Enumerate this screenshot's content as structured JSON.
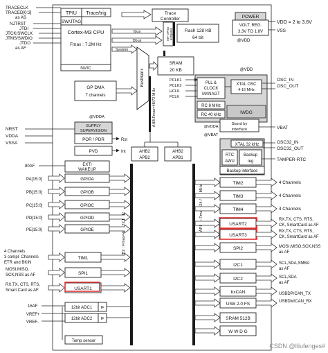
{
  "left_signals": {
    "traceclk": "TRACECLK",
    "traced": "TRACED[0:3]",
    "as_as": "as AS",
    "ntrst": "NJTRST",
    "jtdi": "JTDI",
    "jtck": "JTCK/SWCLK",
    "jtms": "JTMS/SWDIO",
    "jtdo": "JTDO",
    "as_af": "as AF",
    "nrst": "NRST",
    "vdda": "VDDA",
    "vssa": "VSSA",
    "af80": "80AF",
    "pa": "PA[15:0]",
    "pb": "PB[15:0]",
    "pc": "PC[15:0]",
    "pd": "PD[15:0]",
    "pe": "PE[15:0]",
    "tim1_sig": [
      "4 Channels",
      "3 compl. Channels",
      "ETR and BKIN"
    ],
    "spi1_sig": [
      "MOSI,MISO,",
      "SCK,NSS as AF"
    ],
    "usart1_sig": [
      "RX,TX, CTS, RTS,",
      "Smart Card as AF"
    ],
    "af16": "16AF",
    "vref_p": "VREF+",
    "vref_m": "VREF-"
  },
  "blocks": {
    "tpiu": "TPIU",
    "trace_trig": "Trace/trig",
    "sw_jtag": "SW/JTAG",
    "cortex": "Cortex-M3 CPU",
    "fmax": "Fmax : 7.2M Hz",
    "nvic": "NVIC",
    "ibus": "Ibus",
    "dbus": "Dbus",
    "system": "System",
    "trace_ctrl": [
      "Trace",
      "Controller"
    ],
    "flash_obl": [
      "Flash obl",
      "interface"
    ],
    "flash": [
      "Flash 128 KB",
      "64 bit"
    ],
    "sram": [
      "SRAM",
      "20 KB"
    ],
    "gp_dma": [
      "GP DMA",
      "7 channels"
    ],
    "bus_matrix": "BusMatrix",
    "power": "POWER",
    "volt_reg": [
      "VOLT. REG.",
      "3.3V TO 1.8V"
    ],
    "vdd_label": "@VDD",
    "vdda_label": "@VDDA",
    "pll": [
      "PLL &",
      "CLOCK",
      "MANAGT"
    ],
    "pclk": [
      "PCLK1",
      "PCLK2",
      "HCLK",
      "FCLK"
    ],
    "xtal_osc": [
      "XTAL OSC",
      "4-16 MHz"
    ],
    "rc8": "RC 8 MHz",
    "rc40": "RC 40 kHz",
    "iwdg": "IWDG",
    "standby": [
      "Stand by",
      "interface"
    ],
    "supply": [
      "SUPPLY",
      "SUPERVISION"
    ],
    "por": "POR / PDR",
    "pvd": "PVD",
    "rst": "Rst",
    "int": "Int",
    "vbat_label": "@VBAT",
    "xtal32": "XTAL 32 kHz",
    "rtc_awu": [
      "RTC",
      "AWU"
    ],
    "backup_reg": [
      "Backup",
      "reg"
    ],
    "backup_if": "Backup interface",
    "exti": [
      "EXTI",
      "WAKEUP"
    ],
    "gpioa": "GPIOA",
    "gpiob": "GPIOB",
    "gpioc": "GPIOC",
    "gpiod": "GPIOD",
    "gpioe": "GPIOE",
    "ahb2apb2": [
      "AHB2",
      "APB2"
    ],
    "ahb2apb1": [
      "AHB2",
      "APB1"
    ],
    "ahb_freq": "AHB:Fmax=48/72 MHz",
    "apb2_freq": "APB2 : Fmax=48 / 72 MHz",
    "apb1_freq": "APB1 : Fmax=24 / 36 MHz",
    "tim1": "TIM1",
    "spi1": "SPI1",
    "usart1": "USART1",
    "adc1": "12bit ADC1",
    "adc2": "12bit ADC2",
    "if": "IF",
    "temp": "Temp sensor",
    "tim2": "TIM2",
    "tim3": "TIM3",
    "tim4": "TIM4",
    "usart2": "USART2",
    "usart3": "USART3",
    "spi2": "SPI2",
    "i2c1": "I2C1",
    "i2c2": "I2C2",
    "bxcan": "bxCAN",
    "usb": "USB 2.0 FS",
    "sram512": "SRAM 512B",
    "wwdg": "W W D G"
  },
  "right_signals": {
    "vdd_range": "VDD = 2 to 3.6V",
    "vss": "VSS",
    "vdd_at": "@VDD",
    "osc_in": "OSC_IN",
    "osc_out": "OSC_OUT",
    "vbat": "VBAT",
    "osc32_in": "OSC32_IN",
    "osc32_out": "OSC32_OUT",
    "tamper": "TAMPER-RTC",
    "ch4_a": "4 Channels",
    "ch4_b": "4 Channels",
    "ch4_c": "4 Channels",
    "usart_sig": [
      "RX,TX, CTS, RTS,",
      "CK, SmartCard as AF",
      "RX,TX, CTS, RTS,",
      "CK, SmartCard as AF"
    ],
    "spi2_sig": [
      "MOSI,MISO,SCK,NSS",
      "as AF"
    ],
    "i2c1_sig": [
      "SCL,SDA,SMBA",
      "as AF"
    ],
    "i2c2_sig": [
      "SCL,SDA",
      "as AF"
    ],
    "can_sig": [
      "USBDP/CAN_TX",
      "USBDM/CAN_RX"
    ]
  },
  "watermark": "CSDN @Iliufenges#"
}
